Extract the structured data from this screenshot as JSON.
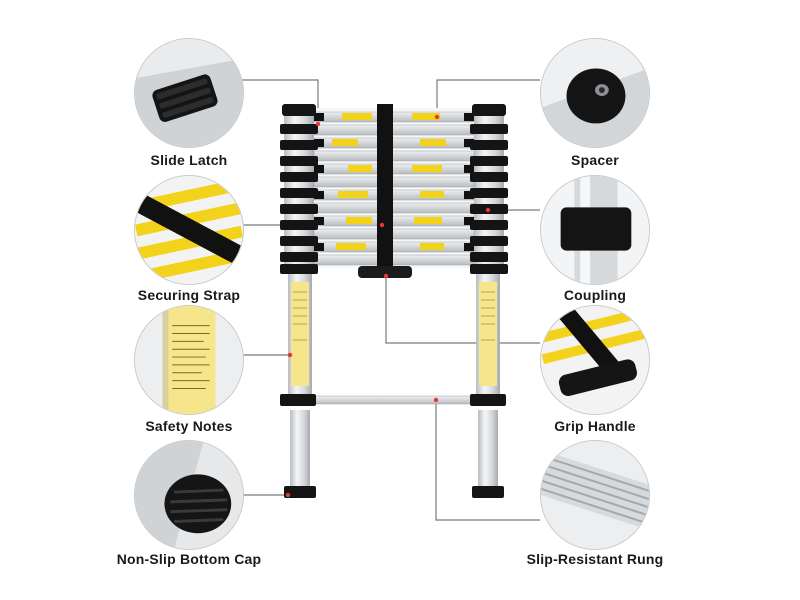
{
  "labels": {
    "slide_latch": "Slide Latch",
    "securing_strap": "Securing Strap",
    "safety_notes": "Safety Notes",
    "non_slip_bottom_cap": "Non-Slip Bottom Cap",
    "spacer": "Spacer",
    "coupling": "Coupling",
    "grip_handle": "Grip Handle",
    "slip_resistant_rung": "Slip-Resistant Rung"
  },
  "colors": {
    "callout_border": "#c8c8c8",
    "leader_line": "#7a7a7a",
    "marker": "#e53935",
    "aluminum": "#d9dcdf",
    "black": "#111111",
    "yellow": "#f2d21b"
  }
}
